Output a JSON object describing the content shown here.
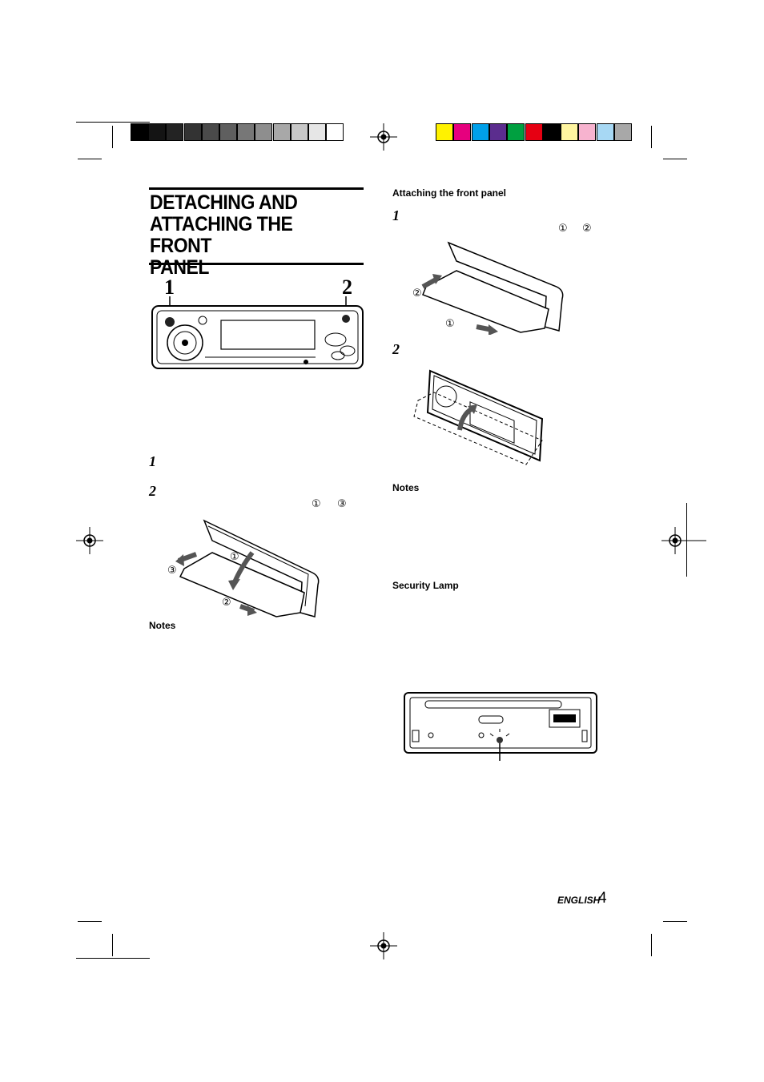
{
  "calibration": {
    "gray_swatches": [
      "#000000",
      "#141414",
      "#232323",
      "#333333",
      "#4a4a4a",
      "#5f5f5f",
      "#777777",
      "#8e8e8e",
      "#a8a8a8",
      "#c8c8c8",
      "#e6e6e6",
      "#ffffff"
    ],
    "color_swatches": [
      "#fff200",
      "#e6007e",
      "#00a0e9",
      "#5b2d8e",
      "#00a040",
      "#e60012",
      "#000000",
      "#fff5a0",
      "#f7b3cf",
      "#a7d8f4",
      "#a8a8a8"
    ]
  },
  "section": {
    "title_line1": "DETACHING AND",
    "title_line2": "ATTACHING THE FRONT",
    "title_line3": "PANEL"
  },
  "left": {
    "figure_callout_1": "1",
    "figure_callout_2": "2",
    "step1": "1",
    "step2": "2",
    "step2_ref_a": "①",
    "step2_ref_b": "③",
    "fig_label_1": "①",
    "fig_label_2": "②",
    "fig_label_3": "③",
    "notes_heading": "Notes"
  },
  "right": {
    "attach_heading": "Attaching the front panel",
    "step1": "1",
    "step1_ref_a": "①",
    "step1_ref_b": "②",
    "fig_label_1": "①",
    "fig_label_2": "②",
    "step2": "2",
    "notes_heading": "Notes",
    "security_heading": "Security Lamp"
  },
  "footer": {
    "language": "ENGLISH",
    "page_number": "4"
  }
}
